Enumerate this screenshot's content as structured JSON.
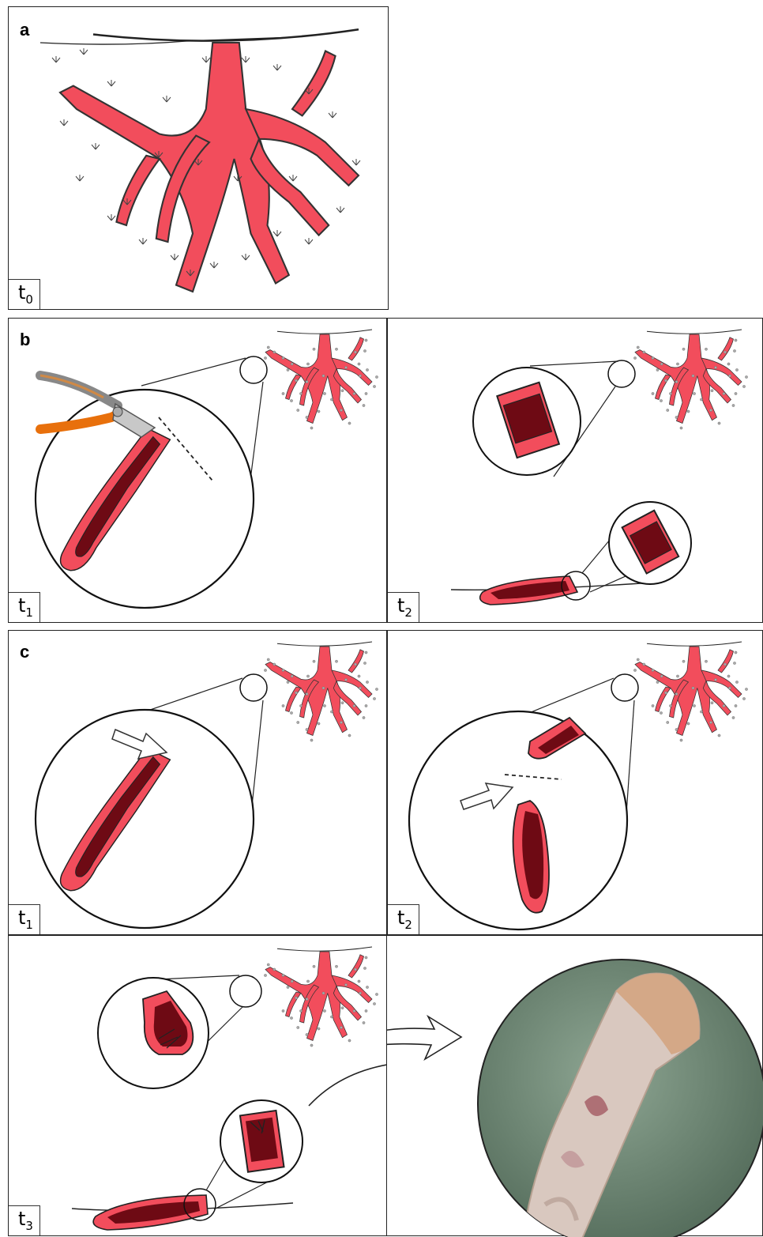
{
  "panels": {
    "a": {
      "label": "a",
      "time": "t",
      "sub": "0"
    },
    "b1": {
      "label": "b",
      "time": "t",
      "sub": "1"
    },
    "b2": {
      "time": "t",
      "sub": "2"
    },
    "c1": {
      "label": "c",
      "time": "t",
      "sub": "1"
    },
    "c2": {
      "time": "t",
      "sub": "2"
    },
    "c3": {
      "time": "t",
      "sub": "3"
    }
  },
  "colors": {
    "tissue": "#f24d5c",
    "core": "#6e0a14",
    "outline": "#222222",
    "polyp": "#555555"
  },
  "icons": [
    "pliers-icon",
    "arrow-icon",
    "magnifier-circle",
    "coral-colony",
    "photo-fragment"
  ]
}
